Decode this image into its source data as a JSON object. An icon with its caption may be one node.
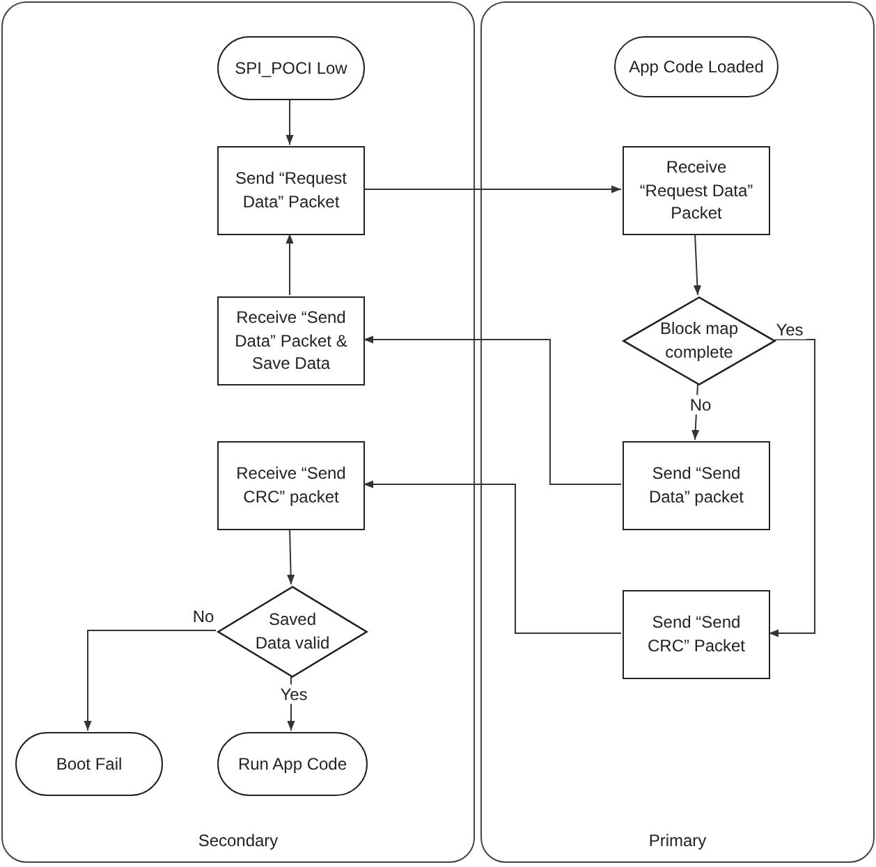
{
  "diagram": {
    "nodes": [
      {
        "text": [
          "Secondary"
        ]
      },
      {
        "text": [
          "Primary"
        ]
      },
      {
        "text": [
          "SPI_POCI Low"
        ],
        "in": 0
      },
      {
        "text": [
          "Send “Request Data” Packet"
        ],
        "in": 0
      },
      {
        "text": [
          "Receive “Send Data” Packet & Save Data"
        ],
        "in": 0
      },
      {
        "text": [
          "Receive “Send CRC” packet"
        ],
        "in": 0
      },
      {
        "text": [
          "Saved Data valid"
        ],
        "in": 0
      },
      {
        "text": [
          "Boot Fail"
        ],
        "in": 0
      },
      {
        "text": [
          "Run App Code"
        ],
        "in": 0
      },
      {
        "text": [
          "App Code Loaded"
        ],
        "in": 1
      },
      {
        "text": [
          "Receive “Request Data” Packet"
        ],
        "in": 1
      },
      {
        "text": [
          "Block map complete"
        ],
        "in": 1
      },
      {
        "text": [
          "Send “Send Data” packet"
        ],
        "in": 1
      },
      {
        "text": [
          "Send “Send CRC” Packet"
        ],
        "in": 1
      }
    ],
    "edges": [
      {
        "from": 2,
        "to": 3,
        "arrow": "to"
      },
      {
        "from": 3,
        "to": 10,
        "arrow": "to"
      },
      {
        "from": 10,
        "to": 11,
        "arrow": "to"
      },
      {
        "from": 11,
        "to": 12,
        "arrow": "to",
        "label": "No"
      },
      {
        "from": 11,
        "to": 13,
        "arrow": "to",
        "label": "Yes"
      },
      {
        "from": 12,
        "to": 4,
        "arrow": "to"
      },
      {
        "from": 4,
        "to": 3,
        "arrow": "to"
      },
      {
        "from": 13,
        "to": 5,
        "arrow": "to"
      },
      {
        "from": 5,
        "to": 6,
        "arrow": "to"
      },
      {
        "from": 6,
        "to": 7,
        "arrow": "to",
        "label": "No"
      },
      {
        "from": 6,
        "to": 8,
        "arrow": "to",
        "label": "Yes"
      }
    ]
  }
}
